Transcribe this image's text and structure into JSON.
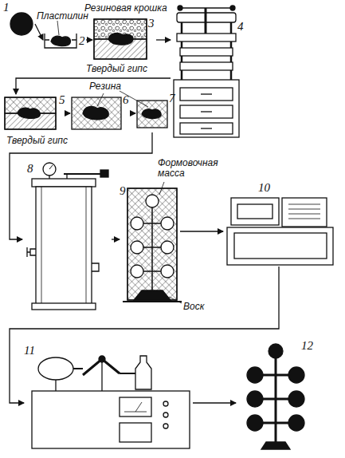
{
  "diagram": {
    "nodes": [
      {
        "text": [
          "1"
        ]
      },
      {
        "text": [
          "2"
        ]
      },
      {
        "text": [
          "3"
        ]
      },
      {
        "text": [
          "4"
        ]
      },
      {
        "text": [
          "5"
        ]
      },
      {
        "text": [
          "6"
        ]
      },
      {
        "text": [
          "7"
        ]
      },
      {
        "text": [
          "8"
        ]
      },
      {
        "text": [
          "9"
        ]
      },
      {
        "text": [
          "10"
        ]
      },
      {
        "text": [
          "11"
        ]
      },
      {
        "text": [
          "12"
        ]
      }
    ],
    "edges": [
      {
        "from": 0,
        "to": 1,
        "arrow": "to"
      },
      {
        "from": 1,
        "to": 2,
        "arrow": "to"
      },
      {
        "from": 2,
        "to": 3,
        "arrow": "to"
      },
      {
        "from": 3,
        "to": 4,
        "arrow": "to"
      },
      {
        "from": 4,
        "to": 5,
        "arrow": "to"
      },
      {
        "from": 5,
        "to": 6,
        "arrow": "to"
      },
      {
        "from": 6,
        "to": 7,
        "arrow": "to"
      },
      {
        "from": 7,
        "to": 8,
        "arrow": "to"
      },
      {
        "from": 8,
        "to": 9,
        "arrow": "to"
      },
      {
        "from": 9,
        "to": 10,
        "arrow": "to"
      },
      {
        "from": 10,
        "to": 11,
        "arrow": "to"
      }
    ],
    "labels": [
      "Пластилин",
      "Резиновая крошка",
      "Твердый гипс",
      "Твердый гипс",
      "Резина",
      "Формовочная масса",
      "Воск"
    ]
  }
}
